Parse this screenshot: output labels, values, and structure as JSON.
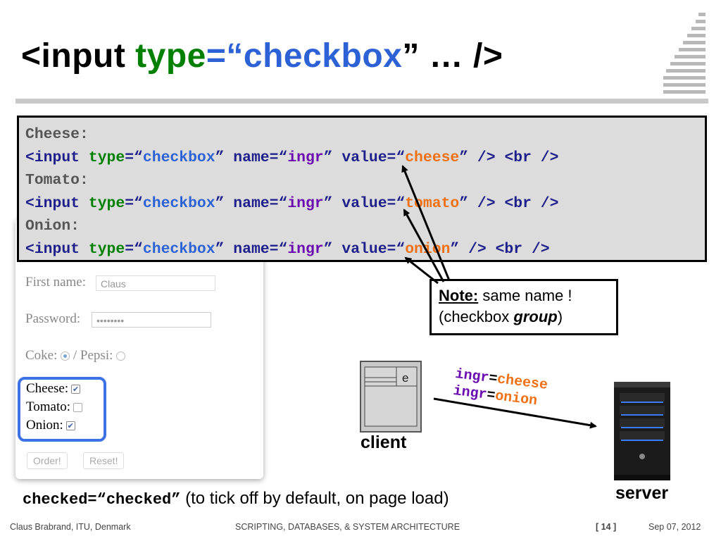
{
  "title": {
    "lt": "<input ",
    "type": "type",
    "eq": "=“",
    "value": "checkbox",
    "rest": "” … />"
  },
  "code": {
    "label1": "Cheese:",
    "label2": "Tomato:",
    "label3": "Onion:",
    "input_open": "<input ",
    "type_attr": "type",
    "eq_q": "=“",
    "checkbox": "checkbox",
    "q_close": "”",
    "name_attr": " name=“",
    "name_val": "ingr",
    "value_attr": " value=“",
    "v1": "cheese",
    "v2": "tomato",
    "v3": "onion",
    "end": " /> <br />"
  },
  "note": {
    "label": "Note:",
    "text": " same name !",
    "line2_pre": "(checkbox ",
    "line2_em": "group",
    "line2_post": ")"
  },
  "form": {
    "first_name_label": "First name:",
    "first_name_value": "Claus",
    "password_label": "Password:",
    "password_value": "••••••••",
    "coke_label": "Coke:",
    "pepsi_label": "/ Pepsi:",
    "cheese_label": "Cheese:",
    "tomato_label": "Tomato:",
    "onion_label": "Onion:",
    "order_button": "Order!",
    "reset_button": "Reset!"
  },
  "request": {
    "line1_name": "ingr",
    "line1_eq": "=",
    "line1_val": "cheese",
    "line2_name": "ingr",
    "line2_eq": "=",
    "line2_val": "onion"
  },
  "client_label": "client",
  "client_icon_letter": "e",
  "server_label": "server",
  "footnote": {
    "code": "checked=“checked”",
    "text": " (to tick off by default, on page load)"
  },
  "footer": {
    "author": "Claus Brabrand, ITU, Denmark",
    "course": "SCRIPTING, DATABASES, & SYSTEM ARCHITECTURE",
    "page": "[ 14 ]",
    "date": "Sep  07, 2012"
  },
  "colors": {
    "attr": "#008000",
    "value": "#2c62d6",
    "name": "#6a0cb0",
    "veg": "#f07013",
    "highlight": "#3d72e6"
  }
}
